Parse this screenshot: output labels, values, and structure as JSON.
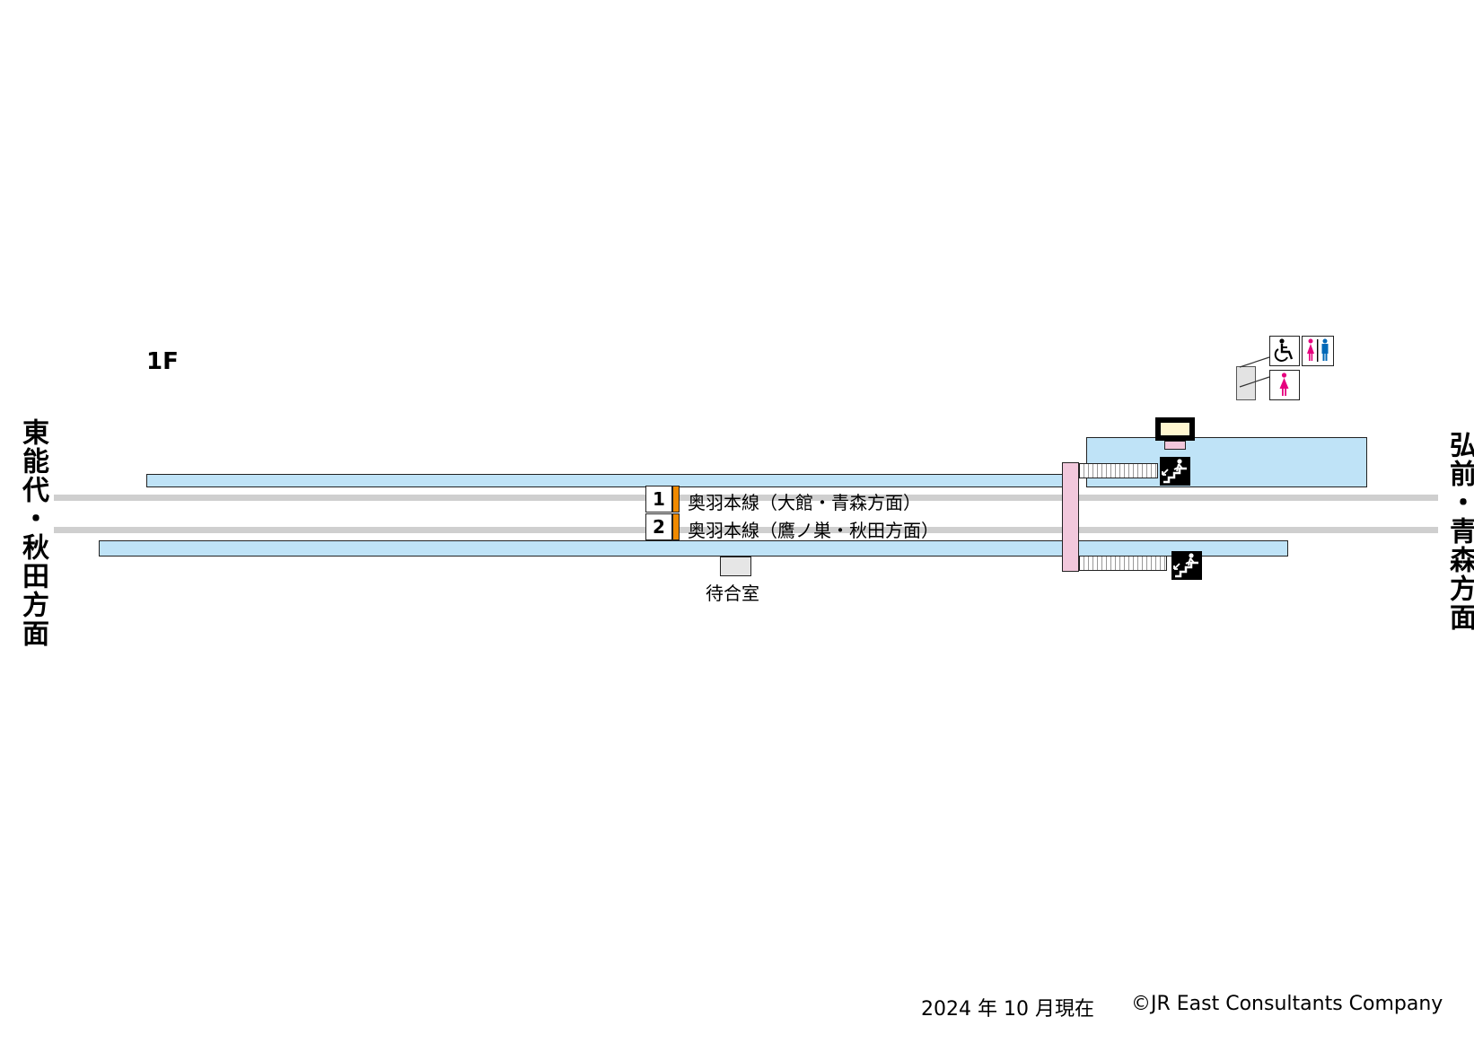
{
  "floor": "1F",
  "directions": {
    "left": "東能代・秋田方面",
    "right": "弘前・青森方面"
  },
  "tracks": [
    {
      "number": "1",
      "label": "奥羽本線（大館・青森方面）"
    },
    {
      "number": "2",
      "label": "奥羽本線（鷹ノ巣・秋田方面）"
    }
  ],
  "facilities": {
    "waiting_room": "待合室",
    "icons": [
      "wheelchair-icon",
      "restroom-icon",
      "womens-restroom-icon",
      "stairs-up-icon",
      "station-entrance-icon"
    ]
  },
  "footer": {
    "as_of": "2024 年 10 月現在",
    "copyright": "©JR East Consultants Company"
  },
  "colors": {
    "platform": "#bfe3f7",
    "bridge": "#f2c8dc",
    "track_marker": "#f08a00",
    "track": "#cfcfcf",
    "women": "#e6007e",
    "men": "#0068b7"
  }
}
